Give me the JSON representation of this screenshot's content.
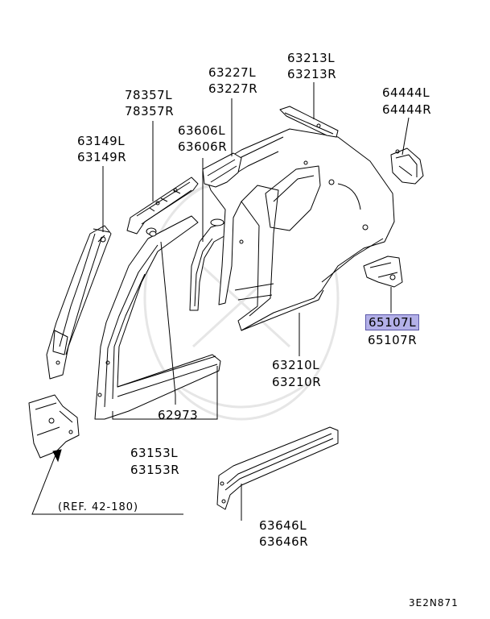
{
  "parts": {
    "p63213": {
      "left": "63213L",
      "right": "63213R"
    },
    "p63227": {
      "left": "63227L",
      "right": "63227R"
    },
    "p78357": {
      "left": "78357L",
      "right": "78357R"
    },
    "p63606": {
      "left": "63606L",
      "right": "63606R"
    },
    "p64444": {
      "left": "64444L",
      "right": "64444R"
    },
    "p63149": {
      "left": "63149L",
      "right": "63149R"
    },
    "p65107": {
      "left": "65107L",
      "right": "65107R"
    },
    "p63210": {
      "left": "63210L",
      "right": "63210R"
    },
    "p62973": {
      "single": "62973"
    },
    "p63153": {
      "left": "63153L",
      "right": "63153R"
    },
    "p63646": {
      "left": "63646L",
      "right": "63646R"
    }
  },
  "reference": "(REF. 42-180)",
  "diagram_code": "3E2N871",
  "highlight_color": "#b3b0e8"
}
